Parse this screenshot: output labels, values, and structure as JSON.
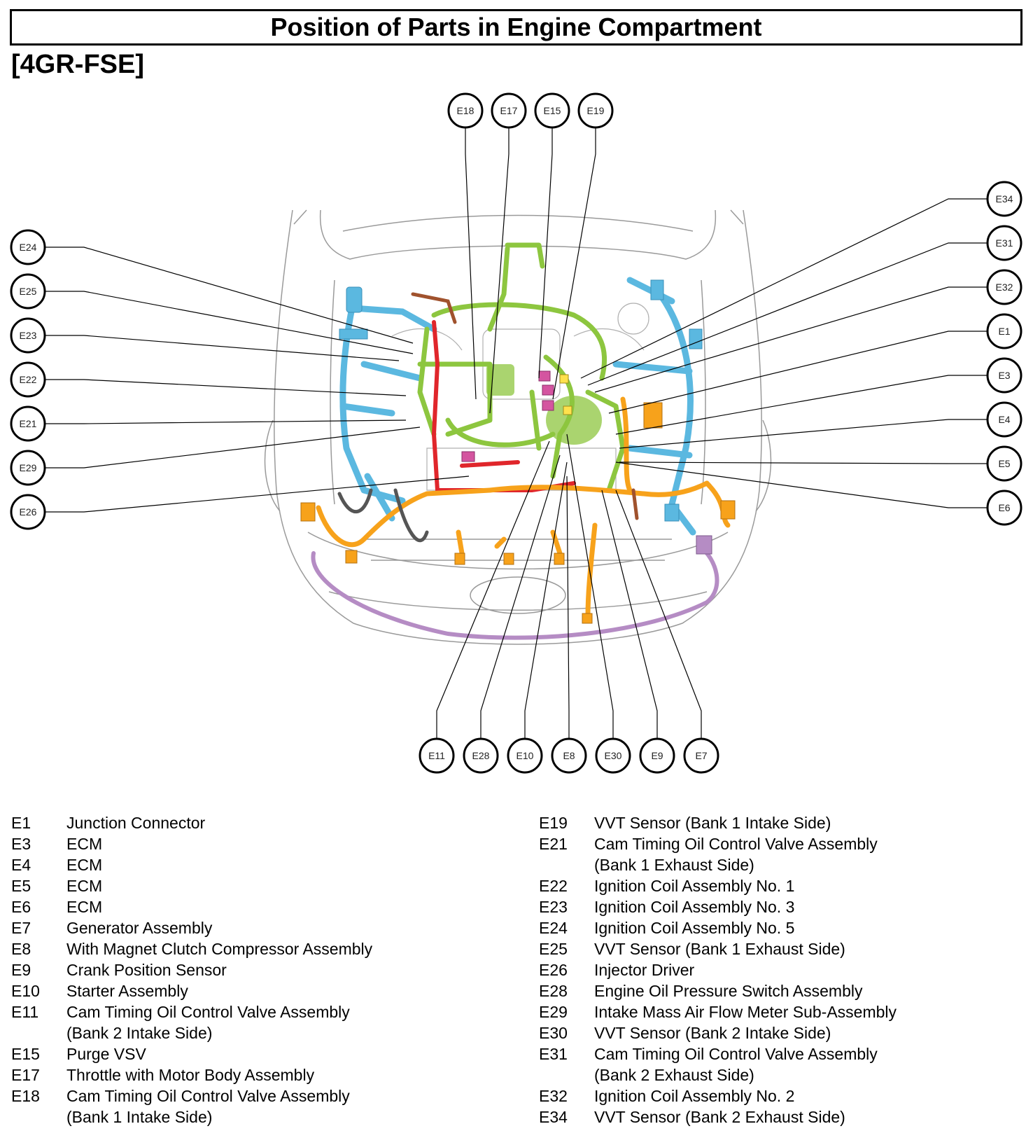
{
  "title": "Position of Parts in Engine Compartment",
  "subtitle": "[4GR-FSE]",
  "callouts": {
    "top": [
      "E18",
      "E17",
      "E15",
      "E19"
    ],
    "left": [
      "E24",
      "E25",
      "E23",
      "E22",
      "E21",
      "E29",
      "E26"
    ],
    "right": [
      "E34",
      "E31",
      "E32",
      "E1",
      "E3",
      "E4",
      "E5",
      "E6"
    ],
    "bottom": [
      "E11",
      "E28",
      "E10",
      "E8",
      "E30",
      "E9",
      "E7"
    ]
  },
  "legend_left": [
    {
      "code": "E1",
      "lines": [
        "Junction Connector"
      ]
    },
    {
      "code": "E3",
      "lines": [
        "ECM"
      ]
    },
    {
      "code": "E4",
      "lines": [
        "ECM"
      ]
    },
    {
      "code": "E5",
      "lines": [
        "ECM"
      ]
    },
    {
      "code": "E6",
      "lines": [
        "ECM"
      ]
    },
    {
      "code": "E7",
      "lines": [
        "Generator Assembly"
      ]
    },
    {
      "code": "E8",
      "lines": [
        "With Magnet Clutch Compressor Assembly"
      ]
    },
    {
      "code": "E9",
      "lines": [
        "Crank Position Sensor"
      ]
    },
    {
      "code": "E10",
      "lines": [
        "Starter Assembly"
      ]
    },
    {
      "code": "E11",
      "lines": [
        "Cam Timing Oil Control Valve Assembly",
        "(Bank 2 Intake Side)"
      ]
    },
    {
      "code": "E15",
      "lines": [
        "Purge VSV"
      ]
    },
    {
      "code": "E17",
      "lines": [
        "Throttle with Motor Body Assembly"
      ]
    },
    {
      "code": "E18",
      "lines": [
        "Cam Timing Oil Control Valve Assembly",
        "(Bank 1 Intake Side)"
      ]
    }
  ],
  "legend_right": [
    {
      "code": "E19",
      "lines": [
        "VVT Sensor (Bank 1 Intake Side)"
      ]
    },
    {
      "code": "E21",
      "lines": [
        "Cam Timing Oil Control Valve Assembly",
        "(Bank 1 Exhaust Side)"
      ]
    },
    {
      "code": "E22",
      "lines": [
        "Ignition Coil Assembly No. 1"
      ]
    },
    {
      "code": "E23",
      "lines": [
        "Ignition Coil Assembly No. 3"
      ]
    },
    {
      "code": "E24",
      "lines": [
        "Ignition Coil Assembly No. 5"
      ]
    },
    {
      "code": "E25",
      "lines": [
        "VVT Sensor (Bank 1 Exhaust Side)"
      ]
    },
    {
      "code": "E26",
      "lines": [
        "Injector Driver"
      ]
    },
    {
      "code": "E28",
      "lines": [
        "Engine Oil Pressure Switch Assembly"
      ]
    },
    {
      "code": "E29",
      "lines": [
        "Intake Mass Air Flow Meter Sub-Assembly"
      ]
    },
    {
      "code": "E30",
      "lines": [
        "VVT Sensor (Bank 2 Intake Side)"
      ]
    },
    {
      "code": "E31",
      "lines": [
        "Cam Timing Oil Control Valve Assembly",
        "(Bank 2 Exhaust Side)"
      ]
    },
    {
      "code": "E32",
      "lines": [
        "Ignition Coil Assembly No. 2"
      ]
    },
    {
      "code": "E34",
      "lines": [
        "VVT Sensor (Bank 2 Exhaust Side)"
      ]
    }
  ],
  "colors": {
    "harness_green": "#8dc63f",
    "harness_blue": "#5bb8e0",
    "harness_orange": "#f7a21b",
    "harness_red": "#e0262b",
    "harness_purple": "#b58cc4",
    "harness_brown": "#a0522d",
    "connector_pink": "#d455a0",
    "outline_gray": "#9a9a9a"
  }
}
